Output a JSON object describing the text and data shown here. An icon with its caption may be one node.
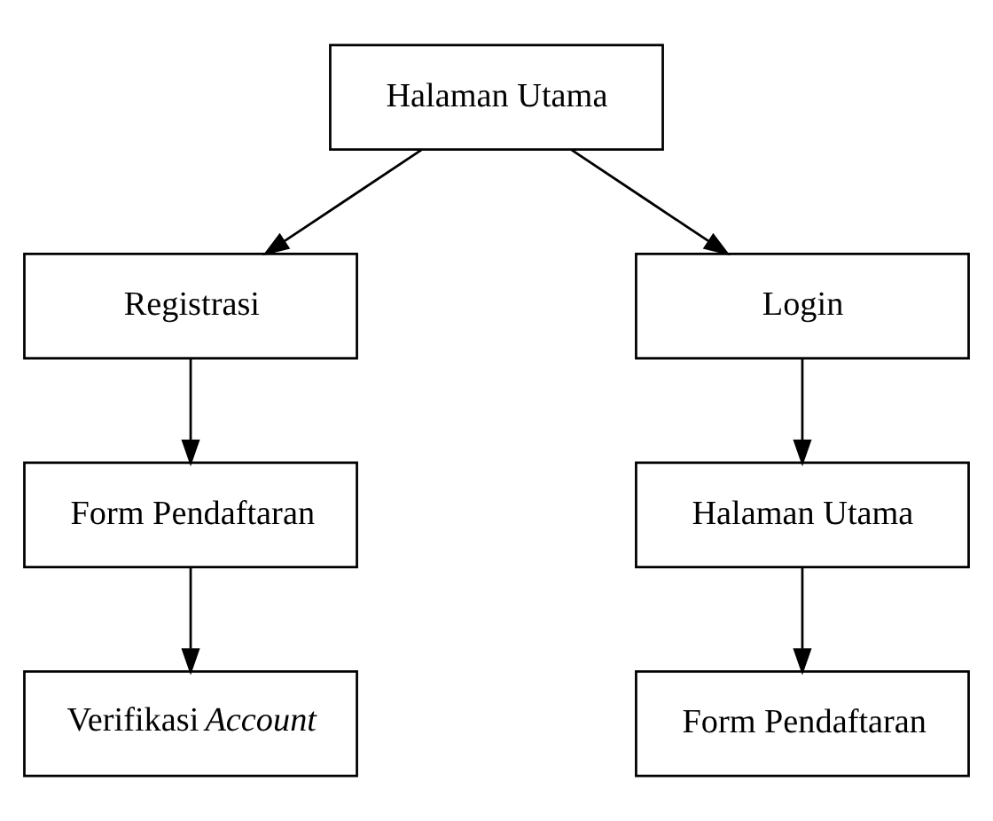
{
  "diagram": {
    "nodes": [
      {
        "text": [
          "Halaman Utama"
        ]
      },
      {
        "text": [
          "Registrasi"
        ]
      },
      {
        "text": [
          "Login"
        ]
      },
      {
        "text": [
          "Form Pendaftaran"
        ]
      },
      {
        "text": [
          "Halaman Utama"
        ]
      },
      {
        "text": [
          "Verifikasi *Account*"
        ]
      },
      {
        "text": [
          "Form Pendaftaran"
        ]
      }
    ],
    "edges": [
      {
        "from": 0,
        "to": 1,
        "arrow": "to"
      },
      {
        "from": 0,
        "to": 2,
        "arrow": "to"
      },
      {
        "from": 1,
        "to": 3,
        "arrow": "to"
      },
      {
        "from": 2,
        "to": 4,
        "arrow": "to"
      },
      {
        "from": 3,
        "to": 5,
        "arrow": "to"
      },
      {
        "from": 4,
        "to": 6,
        "arrow": "to"
      }
    ]
  }
}
